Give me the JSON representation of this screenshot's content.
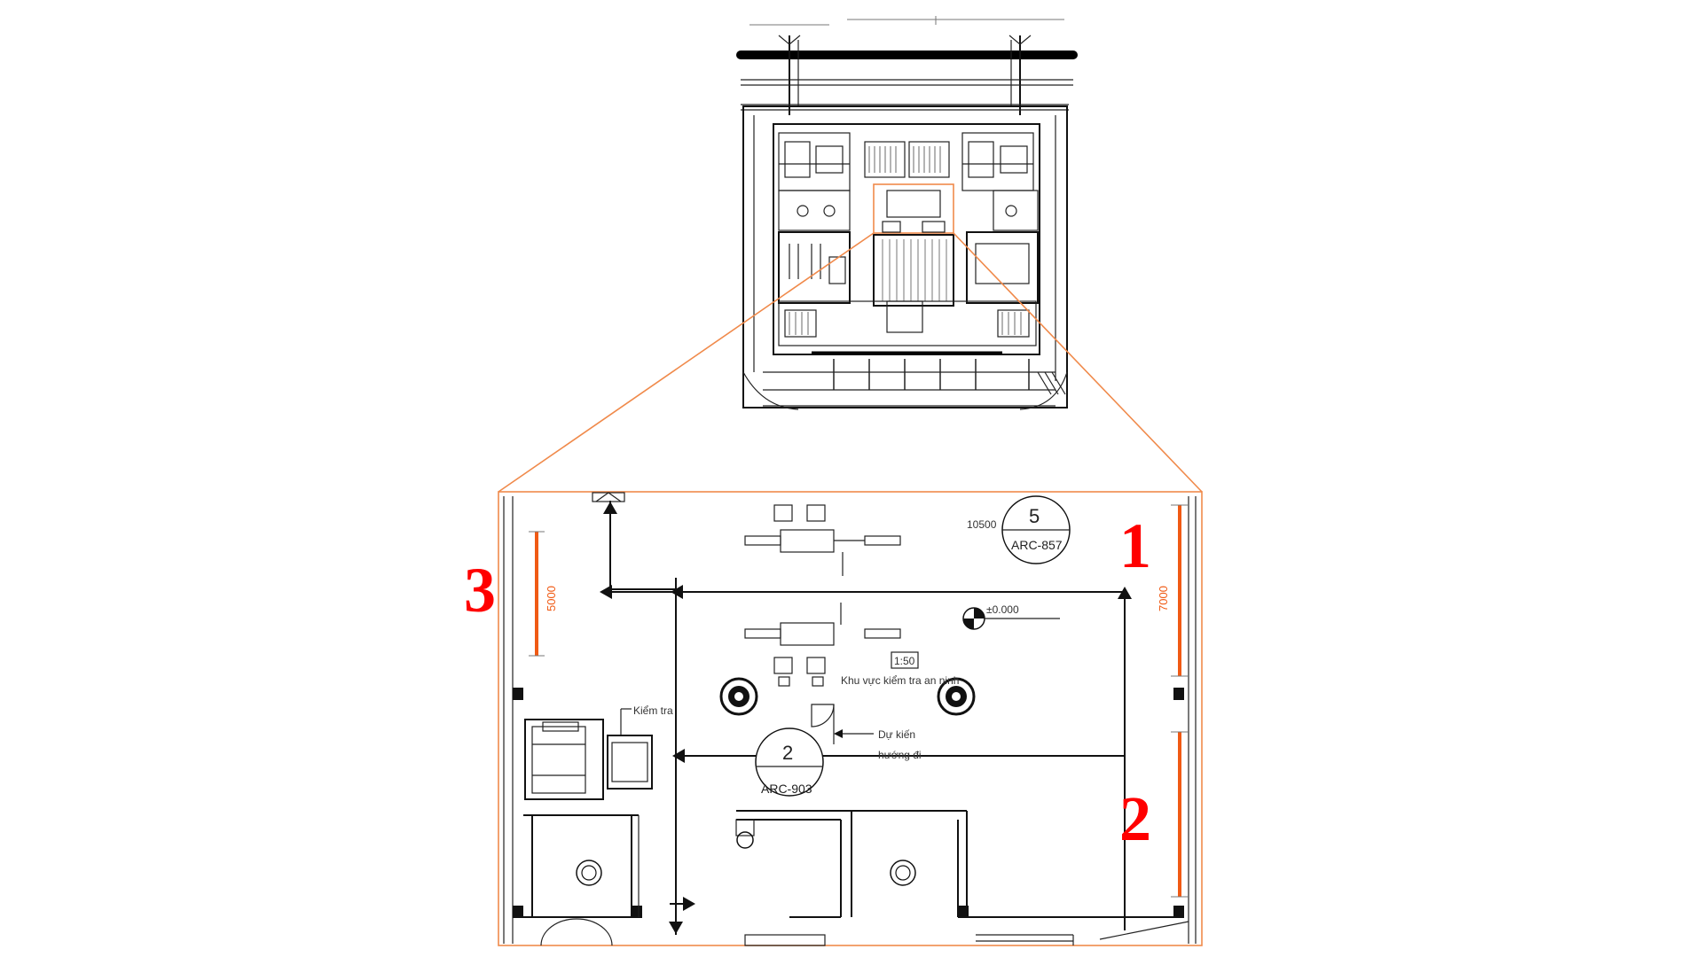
{
  "callouts": {
    "one": "1",
    "two": "2",
    "three": "3"
  },
  "dimensions": {
    "left_bar": "5000",
    "right_bar": "7000"
  },
  "labels": {
    "top_number": "10500",
    "level": "±0.000",
    "scale_box": "1:50",
    "area_label": "Khu vực kiểm tra an ninh",
    "inspection": "Kiểm tra",
    "expected_a": "Dự kiến",
    "expected_b": "hướng đi"
  },
  "section_bubbles": [
    {
      "number": "5",
      "ref": "ARC-857"
    },
    {
      "number": "2",
      "ref": "ARC-903"
    }
  ],
  "colors": {
    "callout_red": "#ff0000",
    "zoom_frame": "#f08a4b",
    "dimension_orange": "#f05a14",
    "drawing_line": "#111111"
  }
}
